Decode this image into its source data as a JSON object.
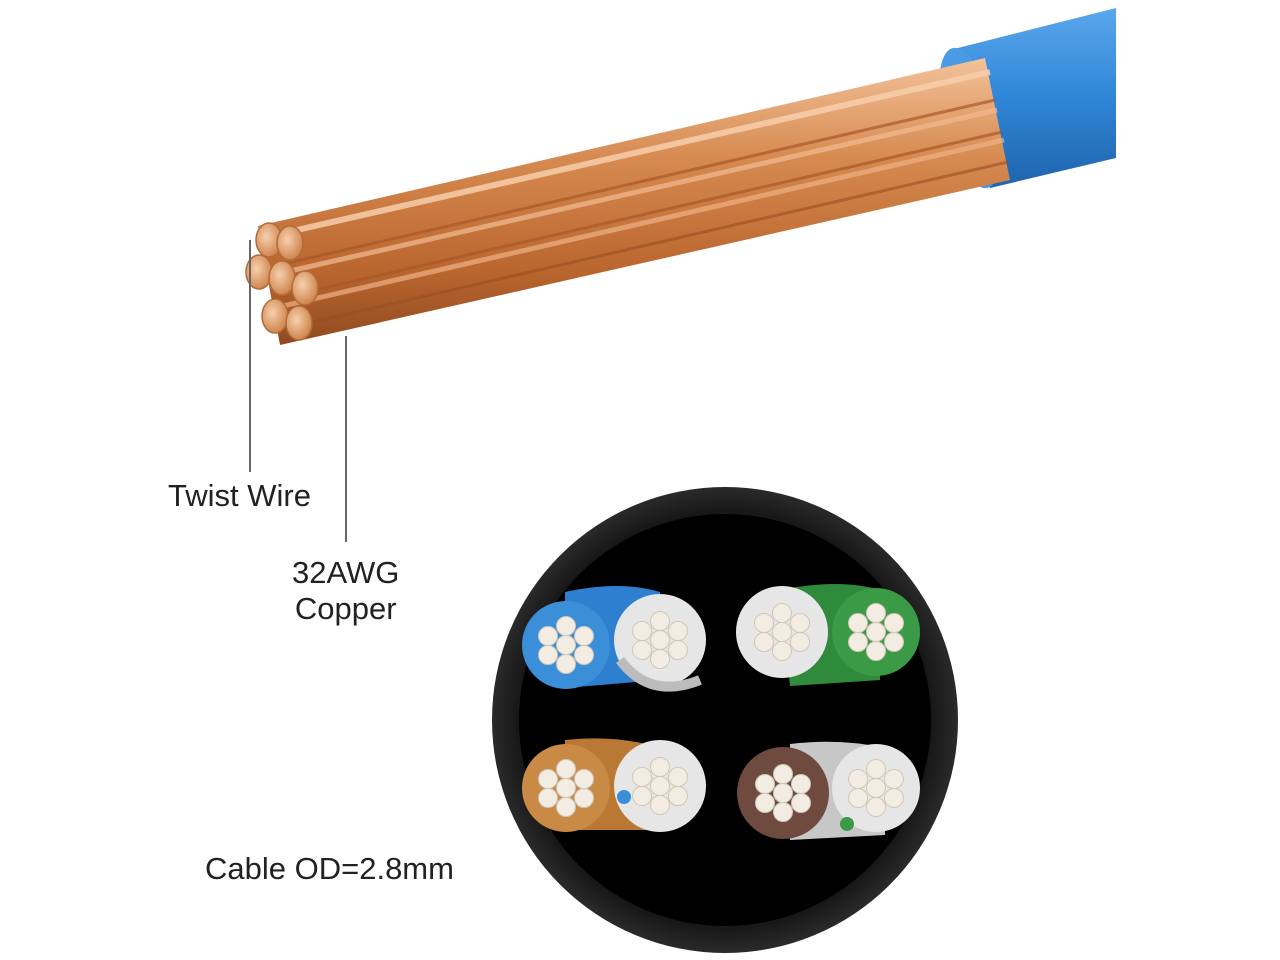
{
  "labels": {
    "twist_wire": "Twist Wire",
    "awg_line1": "32AWG",
    "awg_line2": "Copper",
    "cable_od": "Cable OD=2.8mm"
  },
  "colors": {
    "jacket_blue": "#2f86d6",
    "copper": "#d2864f",
    "outer_jacket": "#111111",
    "pair_blue": "#3a8fd8",
    "pair_green": "#3a9a45",
    "pair_orange": "#c98a45",
    "pair_brown": "#6e4a3f",
    "pair_white": "#e6e6e6",
    "strand": "#f2ece2"
  },
  "pairs": [
    {
      "name": "blue",
      "color": "blue"
    },
    {
      "name": "green",
      "color": "green"
    },
    {
      "name": "orange",
      "color": "orange"
    },
    {
      "name": "brown",
      "color": "brown"
    }
  ]
}
